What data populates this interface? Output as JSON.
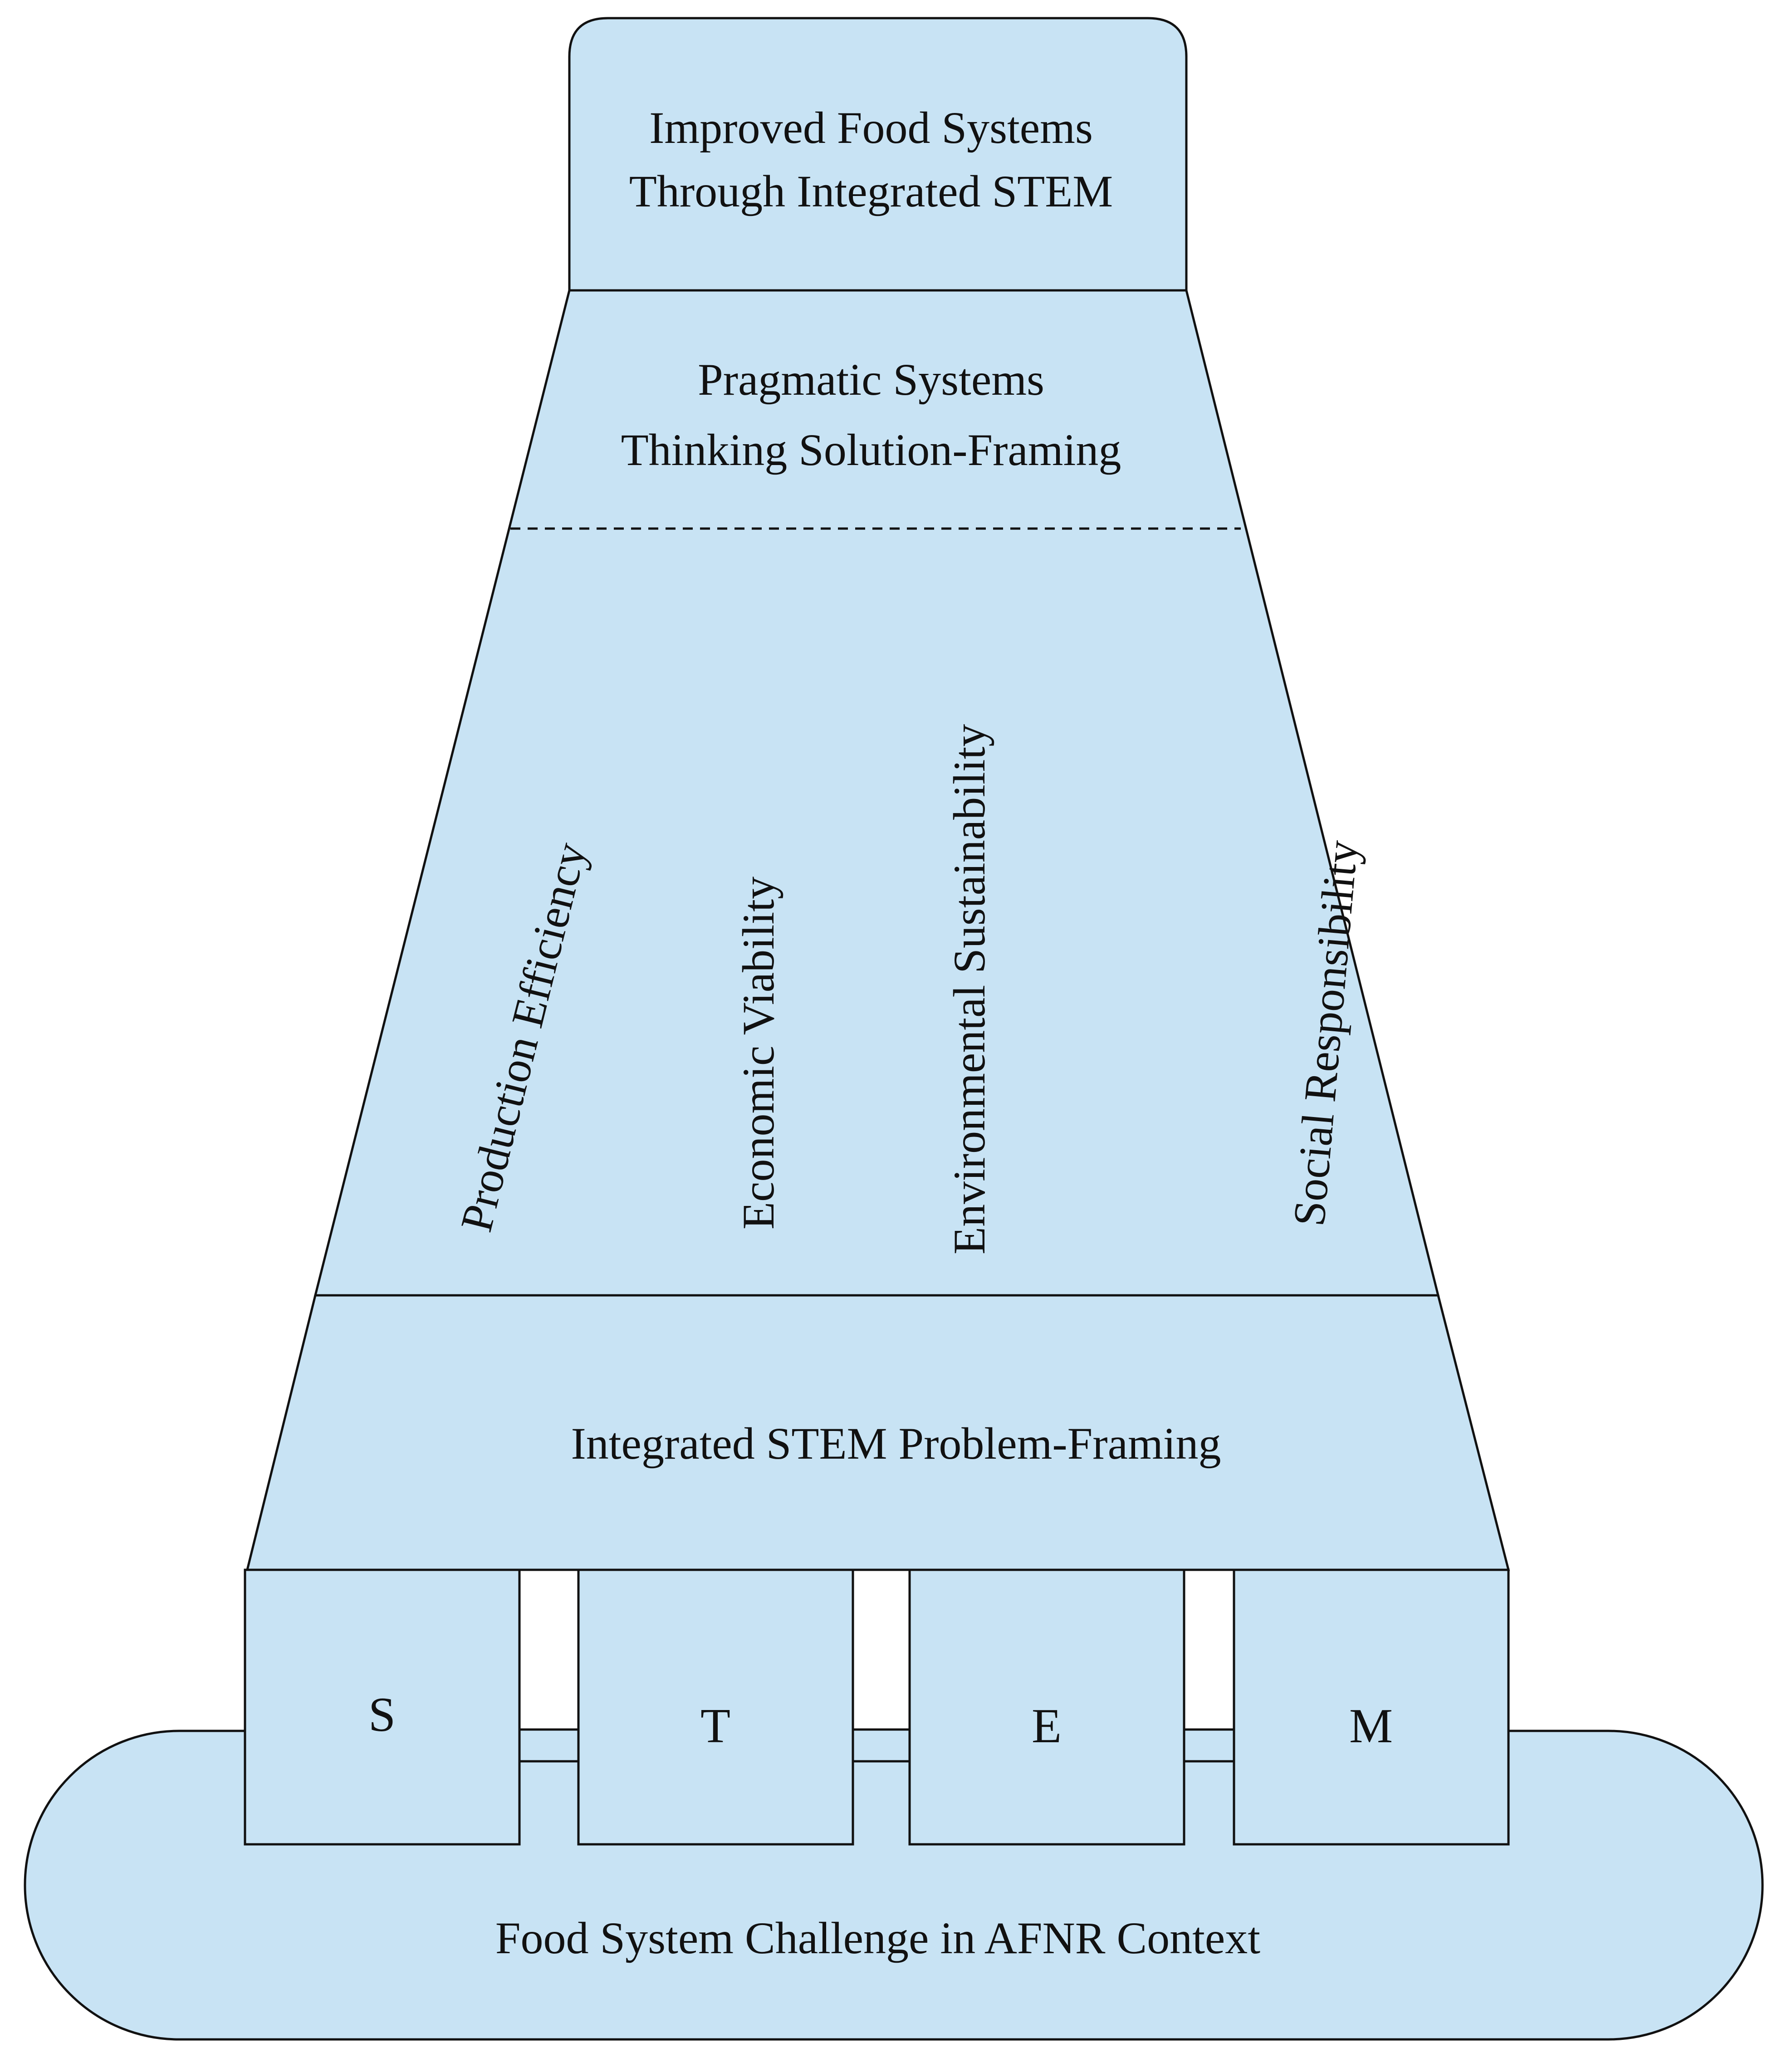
{
  "top_box": {
    "line1": "Improved Food Systems",
    "line2": "Through Integrated STEM"
  },
  "solution_framing": {
    "line1": "Pragmatic Systems",
    "line2": "Thinking Solution-Framing"
  },
  "criteria": [
    "Production Efficiency",
    "Economic Viability",
    "Environmental Sustainability",
    "Social Responsibility"
  ],
  "problem_framing": "Integrated STEM Problem-Framing",
  "stem_letters": [
    "S",
    "T",
    "E",
    "M"
  ],
  "base_context": "Food System Challenge in AFNR Context",
  "colors": {
    "fill": "#c8e3f4",
    "stroke": "#111111",
    "background": "#ffffff"
  }
}
